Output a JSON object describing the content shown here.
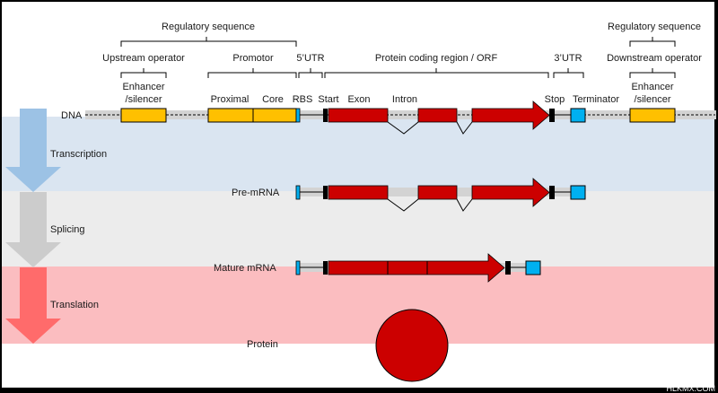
{
  "labels": {
    "regulatory_left": "Regulatory sequence",
    "regulatory_right": "Regulatory sequence",
    "upstream_operator": "Upstream operator",
    "promotor": "Promotor",
    "utr5": "5’UTR",
    "orf": "Protein coding region / ORF",
    "utr3": "3’UTR",
    "downstream_operator": "Downstream operator",
    "enhancer_left_1": "Enhancer",
    "enhancer_left_2": "/silencer",
    "proximal": "Proximal",
    "core": "Core",
    "rbs": "RBS",
    "start": "Start",
    "exon": "Exon",
    "intron": "Intron",
    "stop": "Stop",
    "terminator": "Terminator",
    "enhancer_right_1": "Enhancer",
    "enhancer_right_2": "/silencer"
  },
  "rows": {
    "dna": "DNA",
    "pre_mrna": "Pre-mRNA",
    "mature_mrna": "Mature mRNA",
    "protein": "Protein"
  },
  "steps": {
    "transcription": "Transcription",
    "splicing": "Splicing",
    "translation": "Translation"
  },
  "watermark": "HLKMX.COM",
  "colors": {
    "background": "#000000",
    "panel": "#ffffff",
    "transcription_band": "#dae5f1",
    "splicing_band": "#ececec",
    "translation_band": "#fbbdc0",
    "transcription_arrow": "#9cc2e5",
    "splicing_arrow": "#cccccc",
    "translation_arrow": "#ff6b6b",
    "regulatory_element": "#ffc000",
    "utr_element": "#00b0f0",
    "coding_element": "#cc0000",
    "marker": "#000000",
    "strand": "#d3d3d3"
  }
}
